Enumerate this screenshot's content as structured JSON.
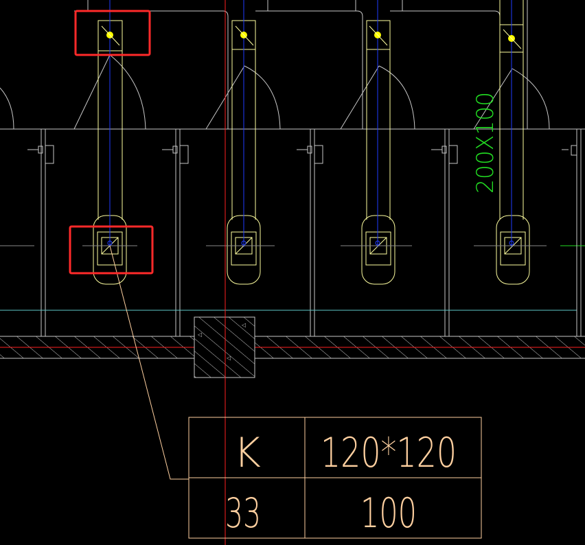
{
  "drawing": {
    "duct_annotation": "200X100",
    "table": {
      "row1": {
        "label": "K",
        "value": "120*120"
      },
      "row2": {
        "label": "33",
        "value": "100"
      }
    }
  },
  "colors": {
    "background": "#000000",
    "outline": "#c8c8c8",
    "duct": "#ffffa0",
    "axis_blue": "#1f3cff",
    "axis_red": "#ff2020",
    "cyan": "#60c8c8",
    "label_green": "#22dd22",
    "table": "#ffd0a0",
    "dot": "#ffff00",
    "highlight": "#ff2a2a"
  }
}
